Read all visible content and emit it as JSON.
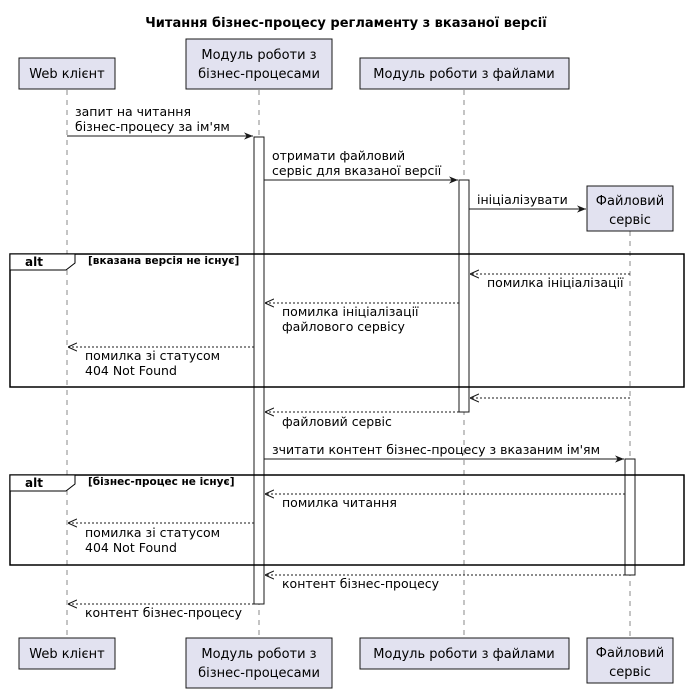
{
  "title": "Читання бізнес-процесу регламенту з вказаної версії",
  "participants": {
    "web": [
      "Web клієнт"
    ],
    "bp": [
      "Модуль роботи з",
      "бізнес-процесами"
    ],
    "files": [
      "Модуль роботи з файлами"
    ],
    "fs": [
      "Файловий",
      "сервіс"
    ]
  },
  "messages": {
    "m1": [
      "запит на читання",
      "бізнес-процесу за ім'ям"
    ],
    "m2": [
      "отримати файловий",
      "сервіс для вказаної версії"
    ],
    "m3": [
      "ініціалізувати"
    ],
    "m4": [
      "помилка ініціалізації"
    ],
    "m5": [
      "помилка ініціалізації",
      "файлового сервісу"
    ],
    "m6": [
      "помилка зі статусом",
      "404 Not Found"
    ],
    "m8": [
      "файловий сервіс"
    ],
    "m9": [
      "зчитати контент бізнес-процесу з вказаним ім'ям"
    ],
    "m10": [
      "помилка читання"
    ],
    "m11": [
      "помилка зі статусом",
      "404 Not Found"
    ],
    "m12": [
      "контент бізнес-процесу"
    ],
    "m13": [
      "контент бізнес-процесу"
    ]
  },
  "alts": {
    "alt1": {
      "tag": "alt",
      "condition": "[вказана версія не існує]"
    },
    "alt2": {
      "tag": "alt",
      "condition": "[бізнес-процес не існує]"
    }
  }
}
